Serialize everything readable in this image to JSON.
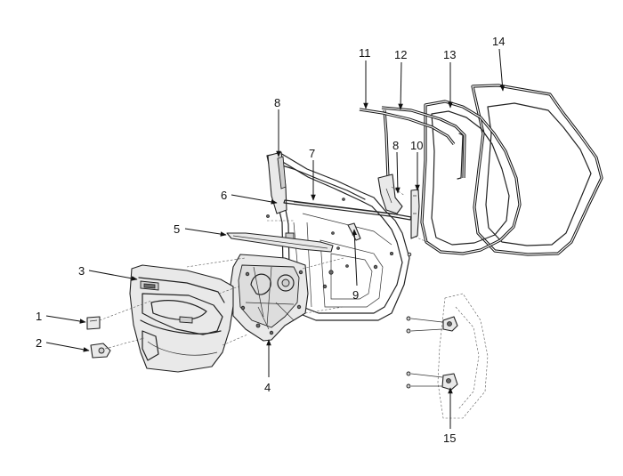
{
  "callouts": [
    {
      "id": "1",
      "text": "1"
    },
    {
      "id": "2",
      "text": "2"
    },
    {
      "id": "3",
      "text": "3"
    },
    {
      "id": "4",
      "text": "4"
    },
    {
      "id": "5",
      "text": "5"
    },
    {
      "id": "6",
      "text": "6"
    },
    {
      "id": "7",
      "text": "7"
    },
    {
      "id": "8a",
      "text": "8"
    },
    {
      "id": "8b",
      "text": "8"
    },
    {
      "id": "9",
      "text": "9"
    },
    {
      "id": "10",
      "text": "10"
    },
    {
      "id": "11",
      "text": "11"
    },
    {
      "id": "12",
      "text": "12"
    },
    {
      "id": "13",
      "text": "13"
    },
    {
      "id": "14",
      "text": "14"
    },
    {
      "id": "15",
      "text": "15"
    }
  ]
}
